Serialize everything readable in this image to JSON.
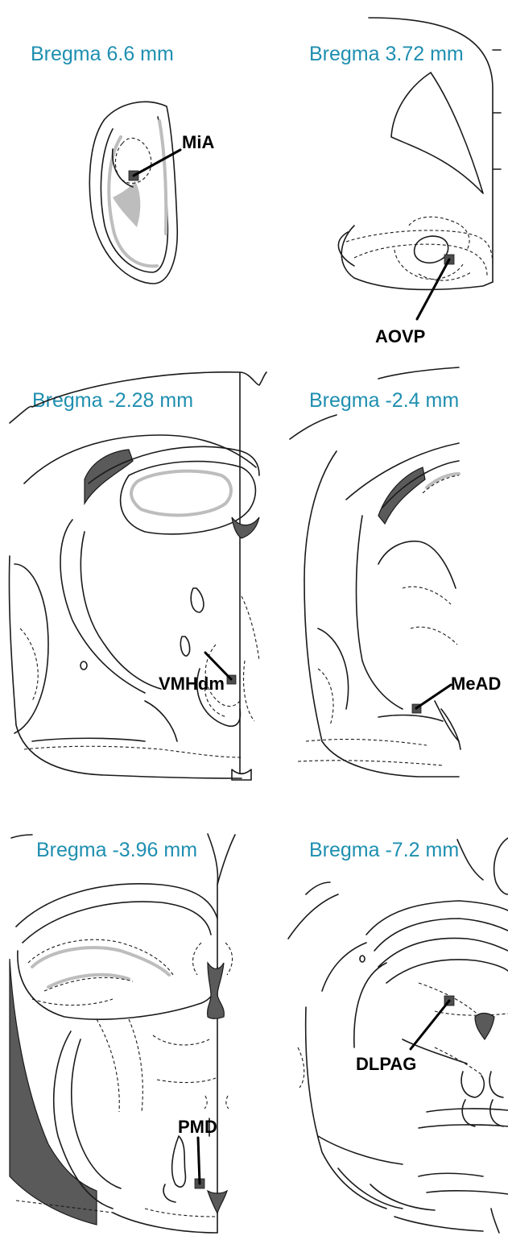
{
  "panels": [
    {
      "bregma": "Bregma 6.6 mm",
      "region": "MiA"
    },
    {
      "bregma": "Bregma 3.72 mm",
      "region": "AOVP"
    },
    {
      "bregma": "Bregma -2.28 mm",
      "region": "VMHdm"
    },
    {
      "bregma": "Bregma -2.4 mm",
      "region": "MeAD"
    },
    {
      "bregma": "Bregma -3.96 mm",
      "region": "PMD"
    },
    {
      "bregma": "Bregma -7.2 mm",
      "region": "DLPAG"
    }
  ]
}
